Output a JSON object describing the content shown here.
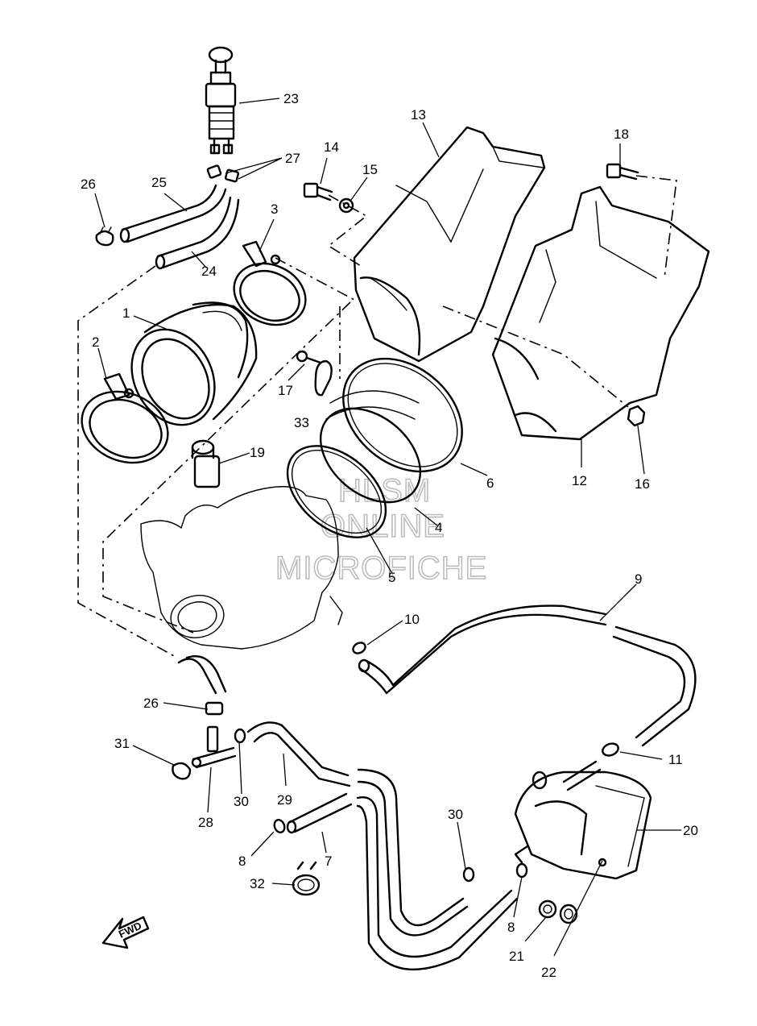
{
  "watermark": {
    "line1": "HLSM",
    "line2": "ONLINE",
    "line3": "MICROFICHE"
  },
  "direction_marker": "FWD",
  "callouts": {
    "c1": "1",
    "c2": "2",
    "c3": "3",
    "c4": "4",
    "c5": "5",
    "c6": "6",
    "c7": "7",
    "c8a": "8",
    "c8b": "8",
    "c9": "9",
    "c10": "10",
    "c11": "11",
    "c12": "12",
    "c13": "13",
    "c14": "14",
    "c15": "15",
    "c16": "16",
    "c17": "17",
    "c18": "18",
    "c19": "19",
    "c20": "20",
    "c21": "21",
    "c22": "22",
    "c23": "23",
    "c24": "24",
    "c25": "25",
    "c26a": "26",
    "c26b": "26",
    "c27": "27",
    "c28": "28",
    "c29": "29",
    "c30a": "30",
    "c30b": "30",
    "c31": "31",
    "c32": "32",
    "c33": "33"
  }
}
